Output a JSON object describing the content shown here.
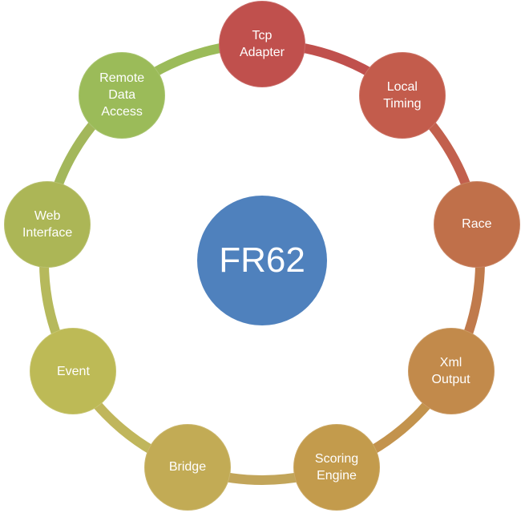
{
  "center": {
    "label": "FR62",
    "color": "#4f81bd"
  },
  "nodes": [
    {
      "label": "Tcp\nAdapter",
      "color": "#c0504d"
    },
    {
      "label": "Local\nTiming",
      "color": "#c35c4c"
    },
    {
      "label": "Race",
      "color": "#c0704a"
    },
    {
      "label": "Xml\nOutput",
      "color": "#c28a4b"
    },
    {
      "label": "Scoring\nEngine",
      "color": "#c39b4c"
    },
    {
      "label": "Bridge",
      "color": "#c2ab55"
    },
    {
      "label": "Event",
      "color": "#bdba56"
    },
    {
      "label": "Web\nInterface",
      "color": "#acb656"
    },
    {
      "label": "Remote\nData\nAccess",
      "color": "#9bbb59"
    }
  ],
  "ring_colors": [
    "#c0504d",
    "#c2604d",
    "#c07a4c",
    "#c3934d",
    "#c2a55a",
    "#c0b65c",
    "#b6b95c",
    "#a3b75b",
    "#9bbb59"
  ]
}
